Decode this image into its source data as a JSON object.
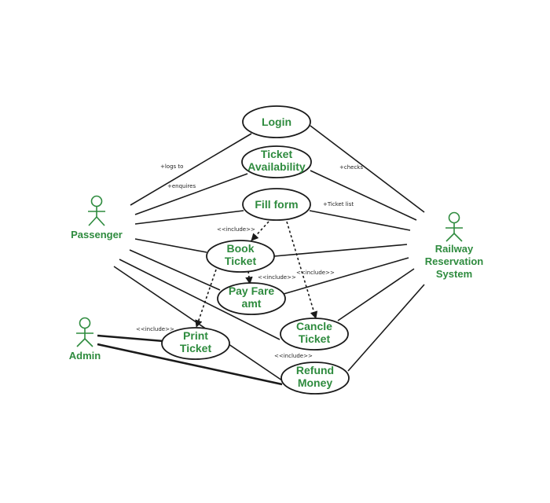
{
  "colors": {
    "green": "#2e8b3e",
    "line": "#1a1a1a"
  },
  "actors": {
    "passenger": "Passenger",
    "admin": "Admin",
    "system": [
      "Railway",
      "Reservation",
      "System"
    ]
  },
  "use_cases": {
    "login": [
      "Login"
    ],
    "ticket_availability": [
      "Ticket",
      "Availability"
    ],
    "fill_form": [
      "Fill form"
    ],
    "book_ticket": [
      "Book",
      "Ticket"
    ],
    "pay_fare": [
      "Pay Fare",
      "amt"
    ],
    "cancel_ticket": [
      "Cancle",
      "Ticket"
    ],
    "print_ticket": [
      "Print",
      "Ticket"
    ],
    "refund_money": [
      "Refund",
      "Money"
    ]
  },
  "labels": {
    "logs_to": "+logs to",
    "enquires": "+enquires",
    "checks": "+checks",
    "ticket_list": "+Ticket list",
    "include": "<<include>>"
  }
}
